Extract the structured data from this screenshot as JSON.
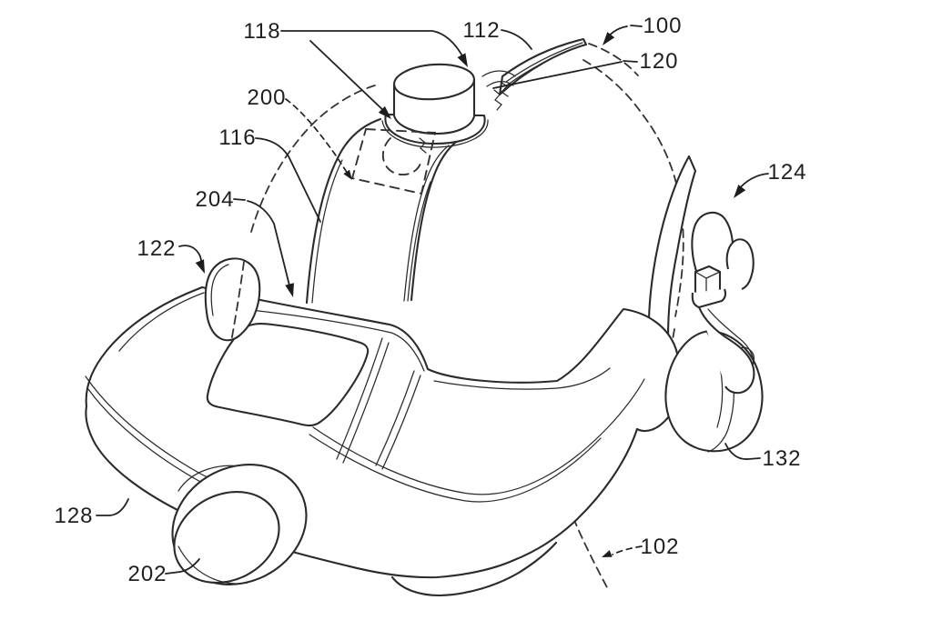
{
  "figure": {
    "kind": "patent-line-drawing",
    "subject": "head-mounted-display-on-phantom-head",
    "colors": {
      "background": "#ffffff",
      "line": "#2b2b2b",
      "label": "#1f1f1f"
    },
    "labels": [
      {
        "text": "100"
      },
      {
        "text": "102"
      },
      {
        "text": "112"
      },
      {
        "text": "116"
      },
      {
        "text": "118"
      },
      {
        "text": "120"
      },
      {
        "text": "122"
      },
      {
        "text": "124"
      },
      {
        "text": "128"
      },
      {
        "text": "132"
      },
      {
        "text": "200"
      },
      {
        "text": "202"
      },
      {
        "text": "204"
      }
    ]
  }
}
